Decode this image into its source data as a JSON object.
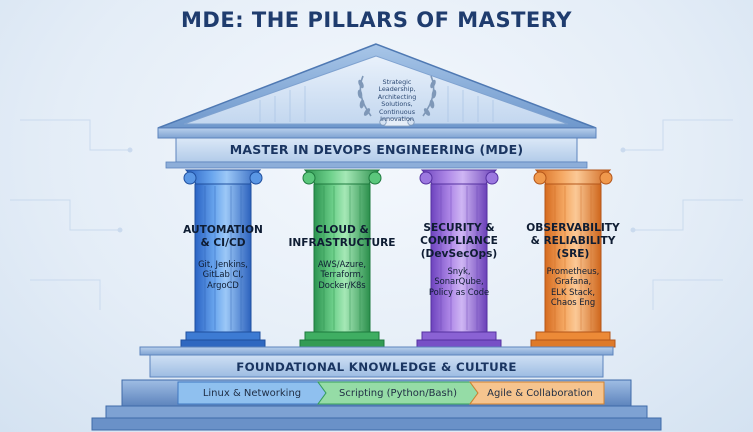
{
  "title": "MDE: THE PILLARS OF MASTERY",
  "pediment": {
    "lines": [
      "Strategic",
      "Leadership,",
      "Architecting",
      "Solutions,",
      "Continuous",
      "Innovation"
    ]
  },
  "banner": "MASTER IN DEVOPS ENGINEERING (MDE)",
  "pillars": [
    {
      "title_lines": [
        "AUTOMATION",
        "& CI/CD"
      ],
      "detail_lines": [
        "Git, Jenkins,",
        "GitLab CI,",
        "ArgoCD"
      ],
      "color": "#3f87e0"
    },
    {
      "title_lines": [
        "CLOUD &",
        "INFRASTRUCTURE"
      ],
      "detail_lines": [
        "AWS/Azure,",
        "Terraform,",
        "Docker/K8s"
      ],
      "color": "#46b86c"
    },
    {
      "title_lines": [
        "SECURITY &",
        "COMPLIANCE",
        "(DevSecOps)"
      ],
      "detail_lines": [
        "Snyk,",
        "SonarQube,",
        "Policy as Code"
      ],
      "color": "#9b6ddc"
    },
    {
      "title_lines": [
        "OBSERVABILITY",
        "& RELIABILITY",
        "(SRE)"
      ],
      "detail_lines": [
        "Prometheus,",
        "Grafana,",
        "ELK Stack,",
        "Chaos Eng"
      ],
      "color": "#ee9440"
    }
  ],
  "foundation": {
    "title": "FOUNDATIONAL KNOWLEDGE & CULTURE",
    "steps": [
      {
        "label": "Linux & Networking",
        "color": "#8fc0ef"
      },
      {
        "label": "Scripting (Python/Bash)",
        "color": "#95dca6"
      },
      {
        "label": "Agile & Collaboration",
        "color": "#f6c48e"
      }
    ]
  }
}
